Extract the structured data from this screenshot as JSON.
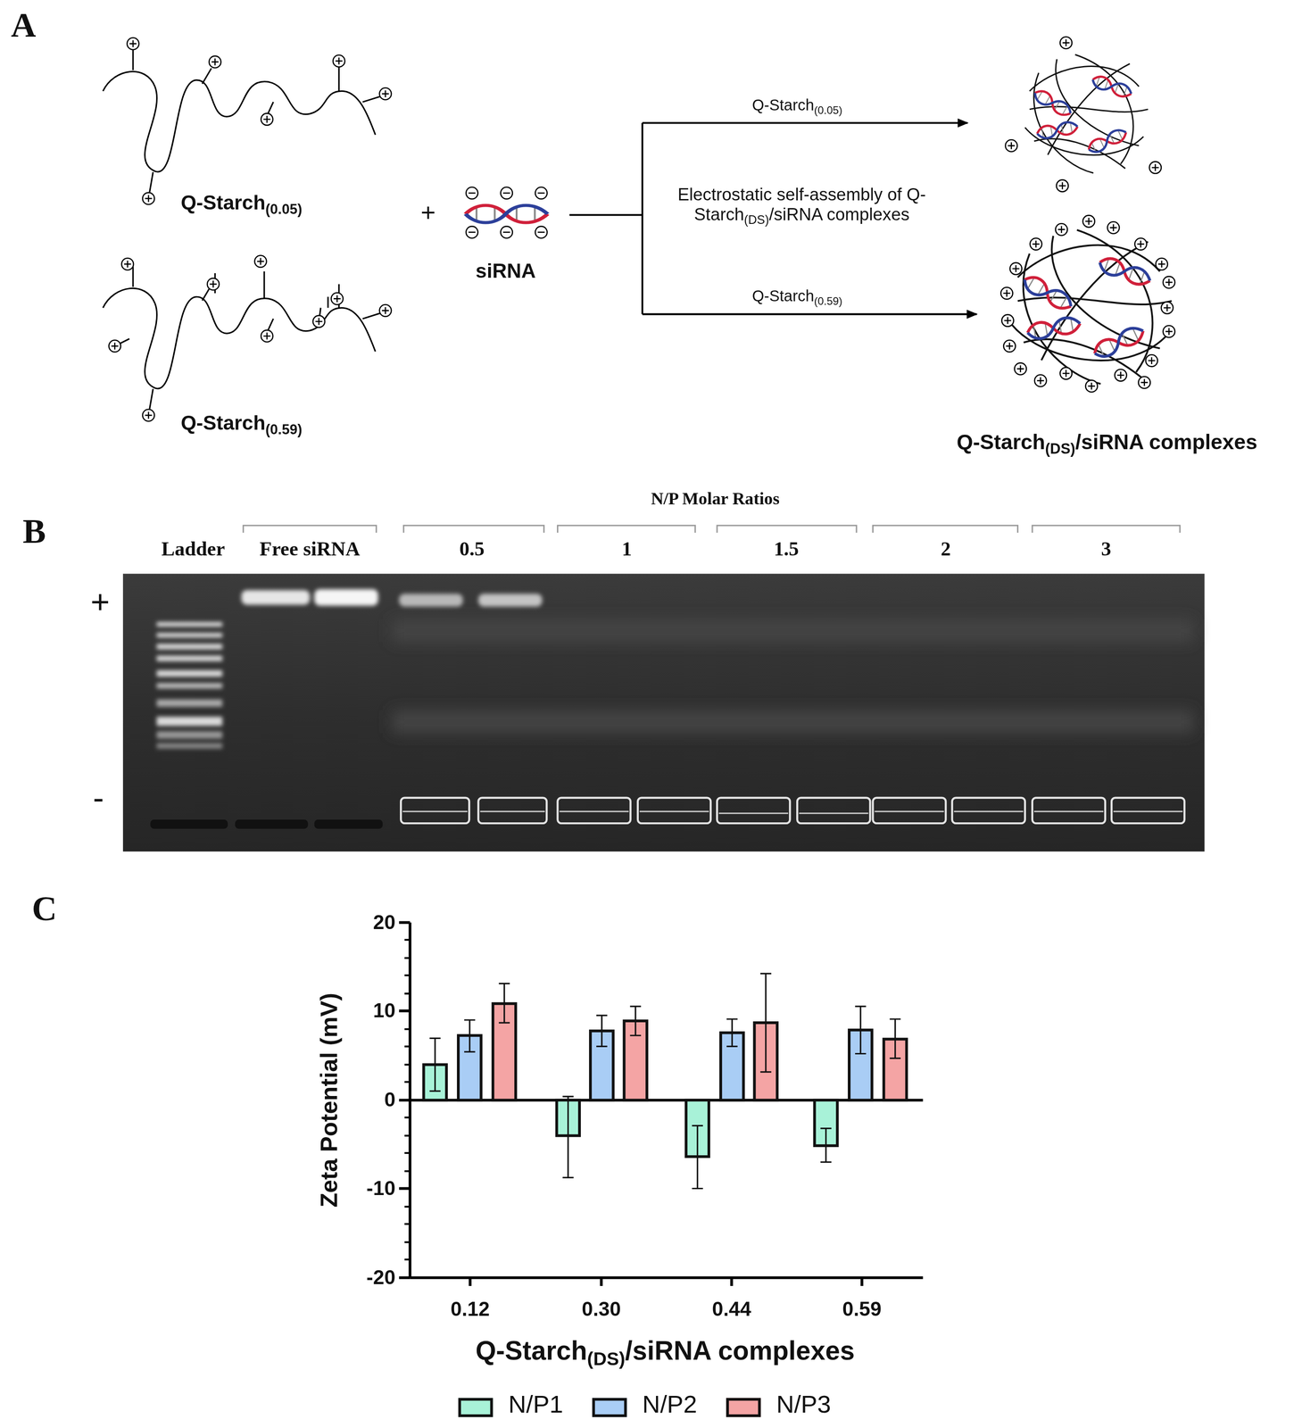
{
  "diagram": {
    "labels": [
      "A",
      "Q-Starch(0.05)",
      "+",
      "siRNA",
      "Q-Starch(0.05)",
      "Electrostatic self-assembly of Q-Starch(DS)/siRNA complexes",
      "Q-Starch(0.59)",
      "Q-Starch(0.59)",
      "Q-Starch(DS)/siRNA complexes",
      "B",
      "N/P Molar Ratios",
      "Ladder",
      "Free siRNA",
      "0.5",
      "1",
      "1.5",
      "2",
      "3",
      "+",
      "-",
      "C",
      "20",
      "10",
      "0",
      "-10",
      "-20",
      "Zeta Potential (mV)",
      "0.12",
      "0.30",
      "0.44",
      "0.59",
      "Q-Starch(DS)/siRNA complexes"
    ],
    "legend": [
      {
        "text": "N/P1",
        "color": "#a8f2d8"
      },
      {
        "text": "N/P2",
        "color": "#a9cdf5"
      },
      {
        "text": "N/P3",
        "color": "#f4a4a4"
      }
    ]
  }
}
